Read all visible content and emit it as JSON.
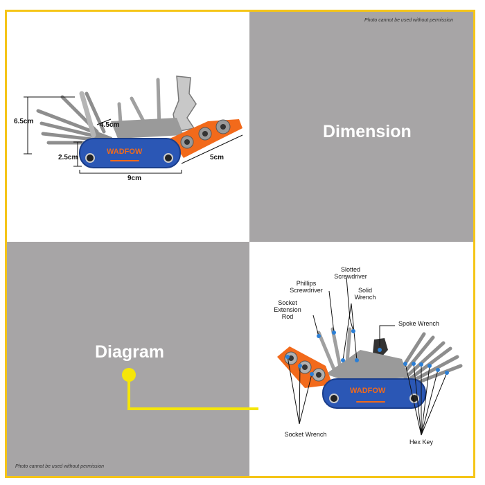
{
  "notice_top": "Photo cannot be used without permission",
  "notice_bottom": "Photo cannot be used without permission",
  "panels": {
    "dimension_label": "Dimension",
    "diagram_label": "Diagram"
  },
  "brand": "WADFOW",
  "dimensions": {
    "height": "6.5cm",
    "top": "4.5cm",
    "thickness": "2.5cm",
    "length": "9cm",
    "socket": "5cm"
  },
  "parts": {
    "slotted": "Slotted Screwdriver",
    "phillips": "Phillips Screwdriver",
    "solid_wrench": "Solid Wrench",
    "socket_ext": "Socket Extension Rod",
    "spoke_wrench": "Spoke Wrench",
    "socket_wrench": "Socket Wrench",
    "hex_key": "Hex Key"
  },
  "colors": {
    "frame": "#f5c518",
    "panel_gray": "#a7a5a6",
    "handle_blue": "#2b57b5",
    "socket_orange": "#f26a1b"
  }
}
